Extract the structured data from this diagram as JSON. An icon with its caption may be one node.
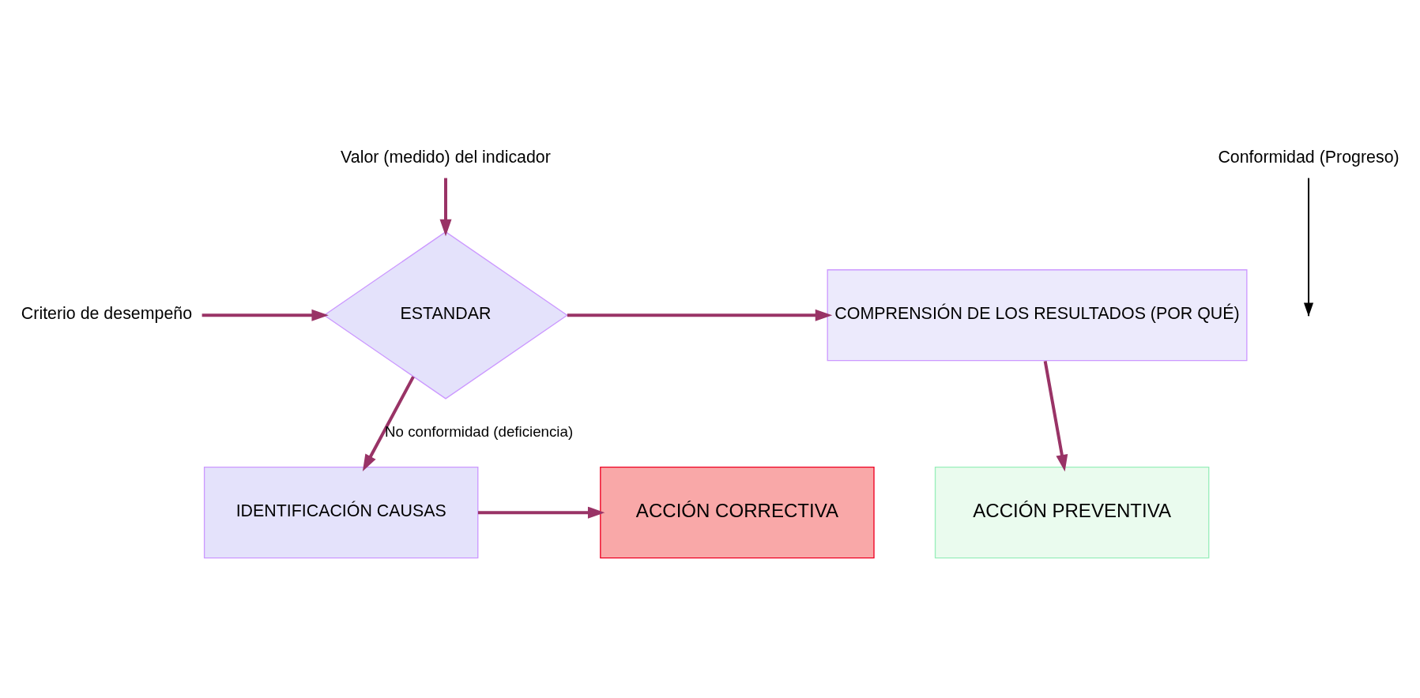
{
  "diagram": {
    "nodes": [
      {
        "text": [
          "Valor (medido) del indicador"
        ]
      },
      {
        "text": [
          "Criterio de desempeño"
        ]
      },
      {
        "text": [
          "ESTANDAR"
        ]
      },
      {
        "text": [
          "Conformidad (Progreso)"
        ]
      },
      {
        "text": [
          "COMPRENSIÓN DE LOS RESULTADOS (POR QUÉ)"
        ]
      },
      {
        "text": [
          "ACCIÓN PREVENTIVA"
        ]
      },
      {
        "text": [
          "IDENTIFICACIÓN CAUSAS"
        ]
      },
      {
        "text": [
          "ACCIÓN CORRECTIVA"
        ]
      }
    ],
    "edges": [
      {
        "from": 0,
        "to": 2,
        "arrow": "to"
      },
      {
        "from": 1,
        "to": 2,
        "arrow": "to"
      },
      {
        "from": 3,
        "to": null,
        "arrow": "to",
        "color": "#000000"
      },
      {
        "from": 2,
        "to": 4,
        "arrow": "to"
      },
      {
        "from": 4,
        "to": 5,
        "arrow": "to"
      },
      {
        "from": 2,
        "to": 6,
        "label": "No conformidad (deficiencia)",
        "arrow": "to"
      },
      {
        "from": 6,
        "to": 7,
        "arrow": "to"
      }
    ]
  }
}
